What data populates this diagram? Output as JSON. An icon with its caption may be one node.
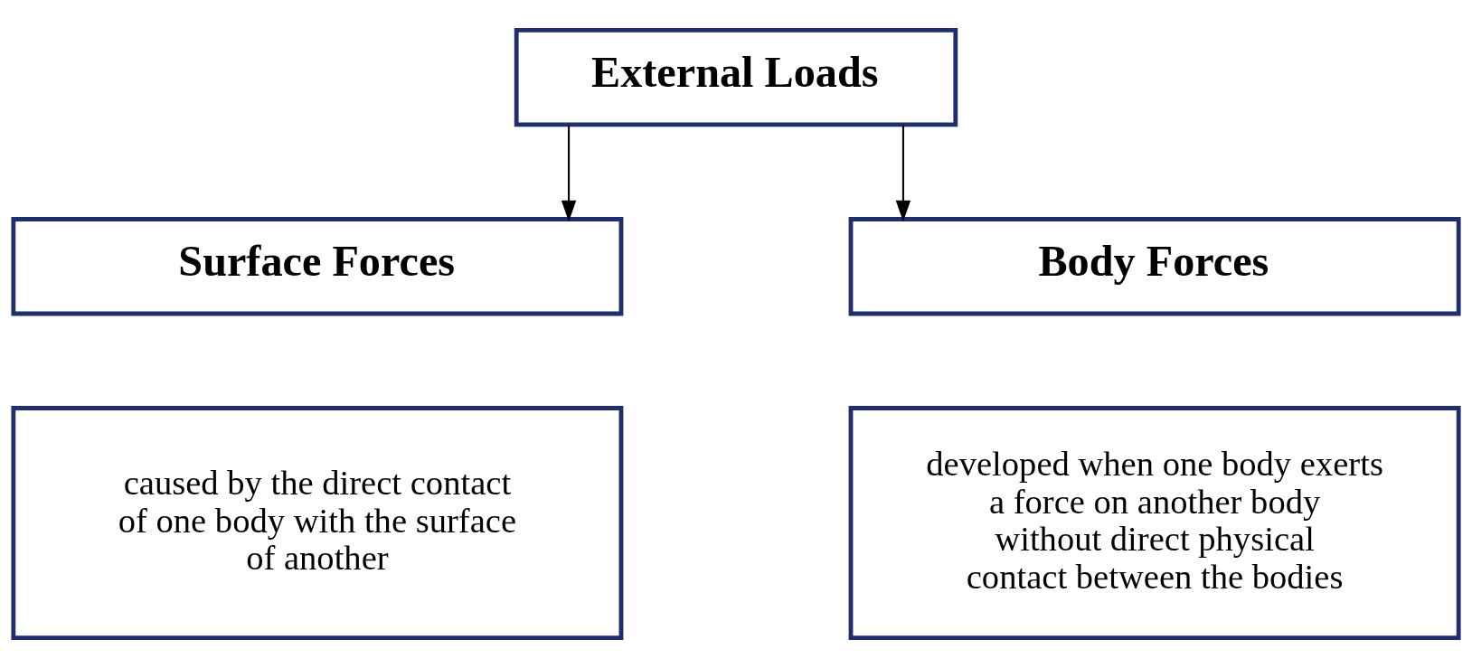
{
  "diagram": {
    "nodes": [
      {
        "text": [
          "External Loads"
        ]
      },
      {
        "text": [
          "Surface Forces"
        ]
      },
      {
        "text": [
          "caused by the direct contact of one body with the surface of another"
        ]
      },
      {
        "text": [
          "Body Forces"
        ]
      },
      {
        "text": [
          "developed when one body exerts a force on another body without direct physical contact between the bodies"
        ]
      }
    ],
    "edges": [
      {
        "from": 0,
        "to": 1,
        "arrow": "to"
      },
      {
        "from": 0,
        "to": 3,
        "arrow": "to"
      }
    ]
  }
}
